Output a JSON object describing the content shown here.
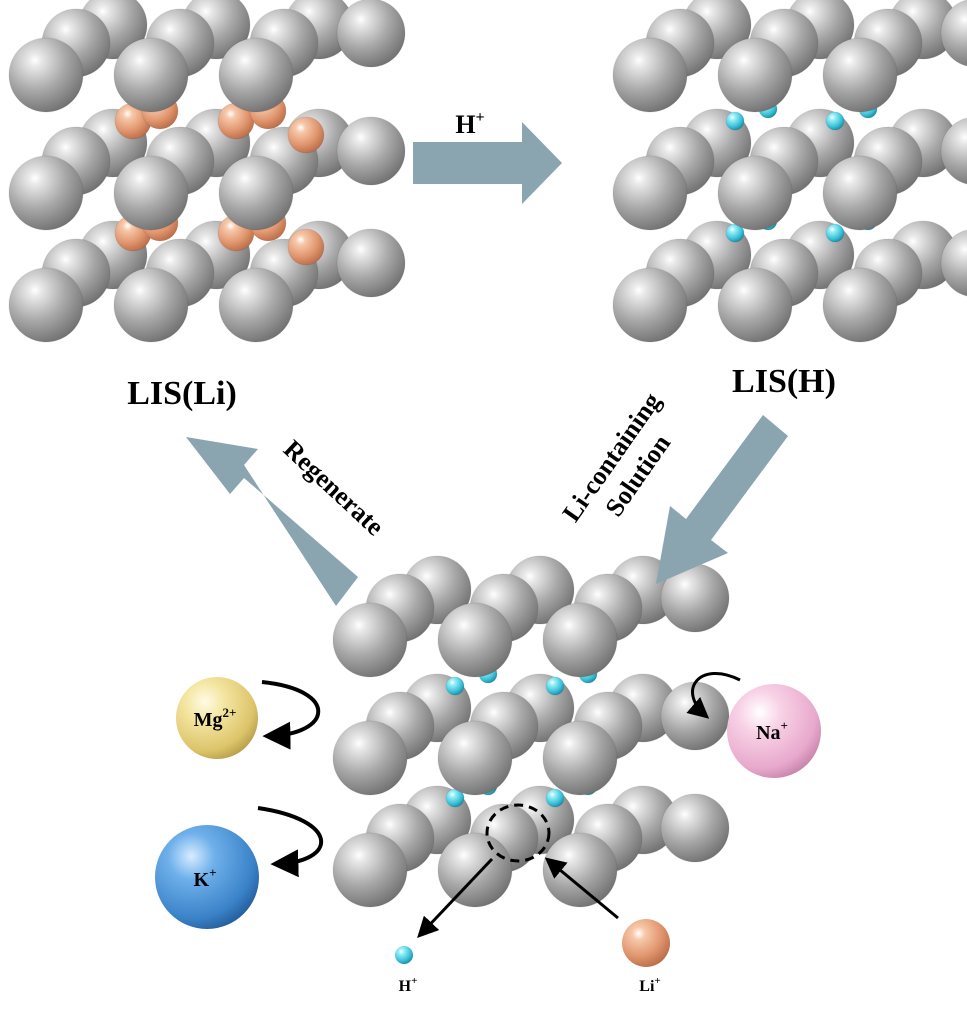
{
  "states": {
    "lis_li": {
      "label": "LIS(Li)"
    },
    "lis_h": {
      "label": "LIS(H)"
    }
  },
  "arrows": {
    "acid_wash": {
      "label": "H",
      "sup": "+"
    },
    "adsorption": {
      "line1": "Li-containing",
      "line2": "Solution"
    },
    "regenerate": {
      "label": "Regenerate"
    }
  },
  "ions": {
    "mg": {
      "base": "Mg",
      "sup": "2+",
      "color": "#f2e08c"
    },
    "k": {
      "base": "K",
      "sup": "+",
      "color": "#4f9ad8"
    },
    "na": {
      "base": "Na",
      "sup": "+",
      "color": "#f2b8d8"
    },
    "h_out": {
      "base": "H",
      "sup": "+",
      "color": "#5fd6ea"
    },
    "li_in": {
      "base": "Li",
      "sup": "+",
      "color": "#f0a884"
    }
  },
  "colors": {
    "oxide_sphere": "#9a9a9a",
    "lithium_sphere": "#f0a884",
    "proton_sphere": "#5fd6ea",
    "process_arrow": "#8aa4b0"
  }
}
